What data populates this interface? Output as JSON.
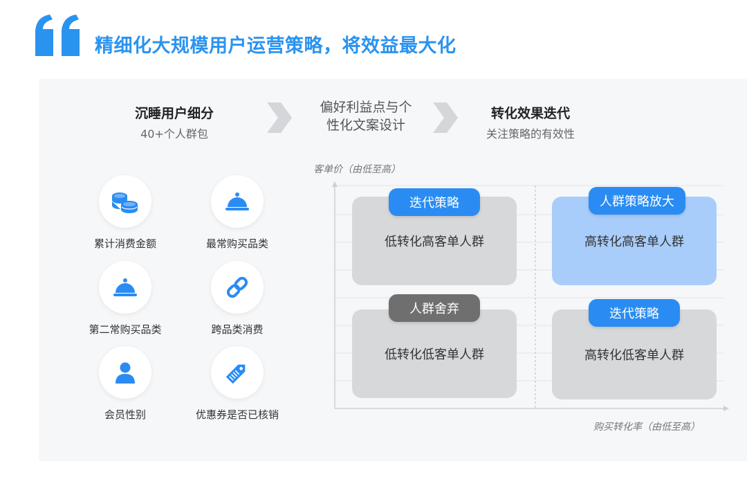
{
  "header": {
    "title": "精细化大规模用户运营策略，将效益最大化"
  },
  "flow": {
    "step1_title": "沉睡用户细分",
    "step1_sub": "40+个人群包",
    "step2_line1": "偏好利益点与个",
    "step2_line2": "性化文案设计",
    "step3_title": "转化效果迭代",
    "step3_sub": "关注策略的有效性"
  },
  "features": [
    {
      "label": "累计消费金额",
      "icon": "coins-icon"
    },
    {
      "label": "最常购买品类",
      "icon": "cloche-icon"
    },
    {
      "label": "第二常购买品类",
      "icon": "cloche-icon"
    },
    {
      "label": "跨品类消费",
      "icon": "link-icon"
    },
    {
      "label": "会员性别",
      "icon": "user-icon"
    },
    {
      "label": "优惠券是否已核销",
      "icon": "tag-icon"
    }
  ],
  "matrix": {
    "y_axis_label": "客单价（由低至高）",
    "x_axis_label": "购买转化率（由低至高）",
    "quadrants": {
      "top_left": {
        "text": "低转化高客单人群",
        "tag": "迭代策略"
      },
      "top_right": {
        "text": "高转化高客单人群",
        "tag": "人群策略放大"
      },
      "bottom_left": {
        "text": "低转化低客单人群",
        "tag": "人群舍弃"
      },
      "bottom_right": {
        "text": "高转化低客单人群",
        "tag": "迭代策略"
      }
    }
  },
  "colors": {
    "accent": "#2a93f0",
    "tag_blue": "#2a8cf2",
    "tag_gray": "#6f6f6f",
    "highlight_quadrant": "#a9cdfa",
    "quadrant_gray": "#d7d8da",
    "panel_bg": "#f6f7f9"
  }
}
